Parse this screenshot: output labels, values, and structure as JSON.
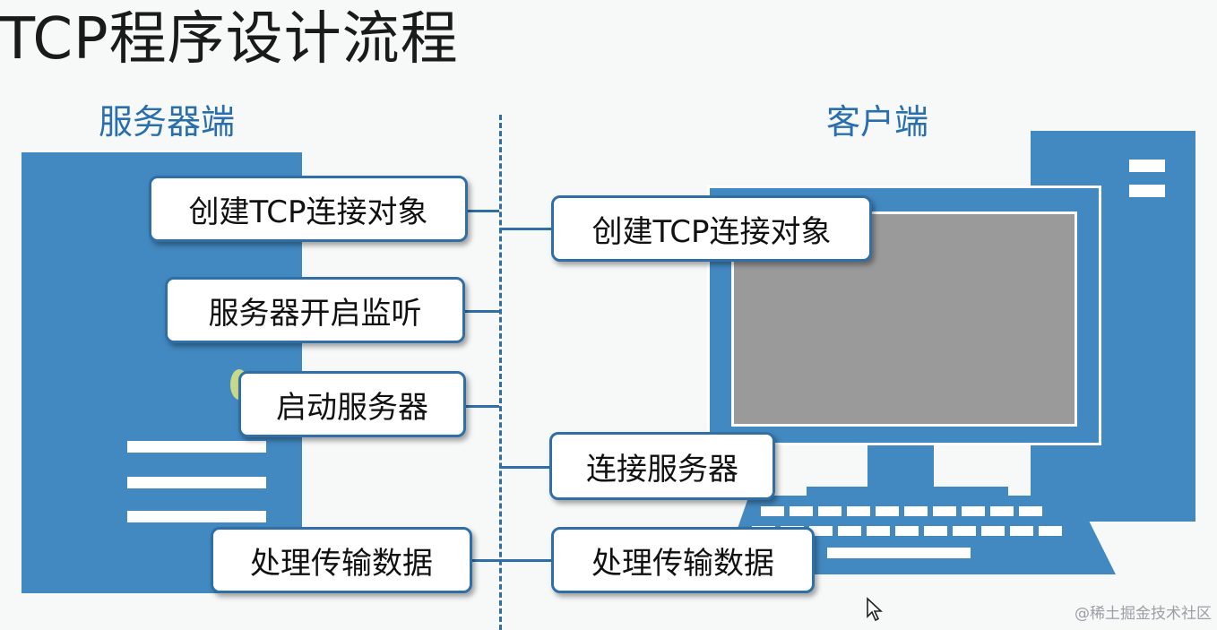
{
  "title": "TCP程序设计流程",
  "server": {
    "label": "服务器端",
    "steps": [
      "创建TCP连接对象",
      "服务器开启监听",
      "启动服务器",
      "处理传输数据"
    ]
  },
  "client": {
    "label": "客户端",
    "steps": [
      "创建TCP连接对象",
      "连接服务器",
      "处理传输数据"
    ]
  },
  "watermark": "@稀土掘金技术社区",
  "colors": {
    "accent": "#2f6fa6",
    "device": "#4289c1",
    "screen": "#9a9a9a",
    "label": "#2a6fad"
  },
  "icons": [
    "server-icon",
    "desktop-computer-icon",
    "mouse-cursor-icon"
  ]
}
